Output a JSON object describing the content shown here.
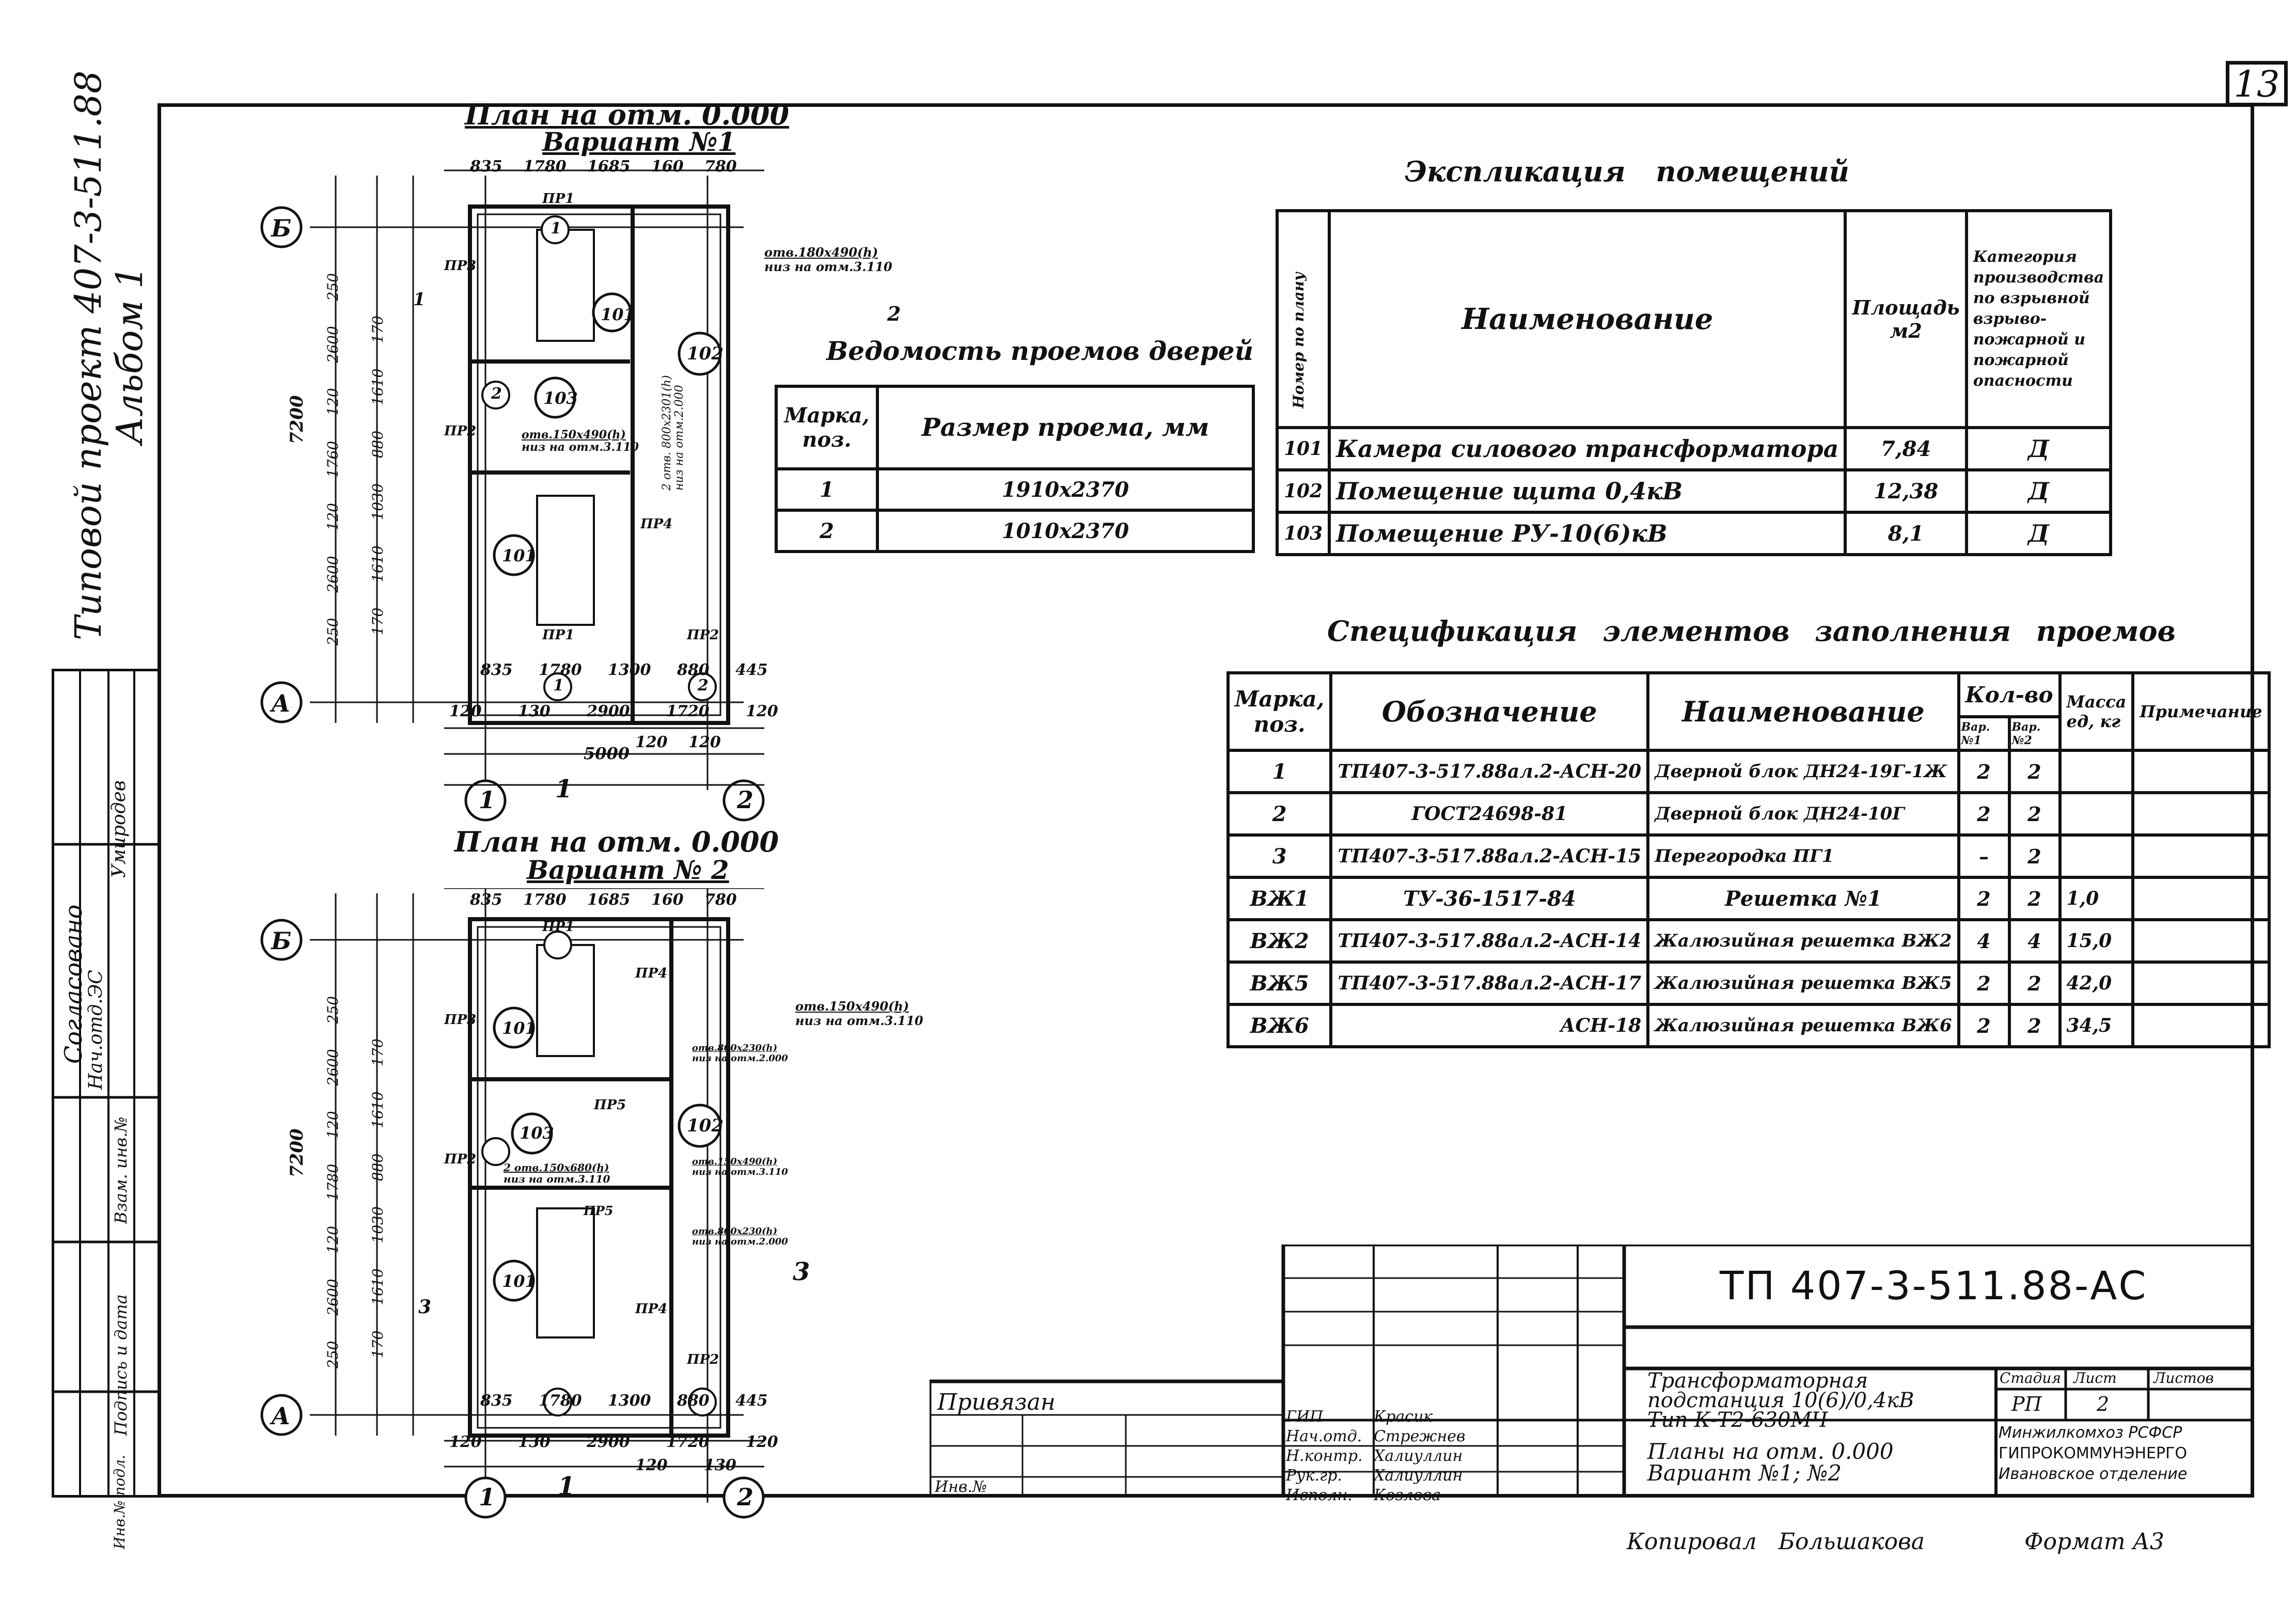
{
  "sheet_number": "13",
  "side_title": {
    "project": "Типовой проект 407-3-511.88",
    "album": "Альбом 1"
  },
  "side_stamp": {
    "agreed": "Согласовано",
    "nach_otd": "Нач.отд.ЭС",
    "name": "Умиродев",
    "labels": [
      "Взам. инв.№",
      "Подпись и дата",
      "Инв.№ подл."
    ]
  },
  "plan1": {
    "title": "План на отм. 0.000",
    "variant": "Вариант №1",
    "top_dims": [
      "835",
      "1780",
      "1685",
      "160",
      "780"
    ],
    "bottom_dims1": [
      "835",
      "1780",
      "1300",
      "880",
      "445"
    ],
    "bottom_dims2": [
      "120",
      "130",
      "2900",
      "1720",
      "120"
    ],
    "bottom_dims3": [
      "120",
      "120"
    ],
    "overall_width": "5000",
    "left_dims": [
      "250",
      "2600",
      "120",
      "1760",
      "120",
      "2600",
      "250"
    ],
    "left_dims_inner": [
      "170",
      "1610",
      "880",
      "1030",
      "1610",
      "170"
    ],
    "overall_height": "7200",
    "axes": [
      "Б",
      "А",
      "1",
      "2"
    ],
    "rooms": [
      "101",
      "102",
      "103",
      "101"
    ],
    "doors": [
      "ПР1",
      "ПР2",
      "ПР3",
      "ПР4",
      "ПР1",
      "ПР2"
    ],
    "markers": [
      "1",
      "2",
      "1",
      "2"
    ],
    "note1": "отв.180х490(h)",
    "note1b": "низ на отм.3.110",
    "note2": "отв.150х490(h)",
    "note2b": "низ на отм.3.110",
    "note3": "2 отв. 800х2301(h)",
    "note3b": "низ на отм.2.000",
    "section_marks": [
      "1",
      "2",
      "1"
    ]
  },
  "plan2": {
    "title": "План на отм. 0.000",
    "variant": "Вариант № 2",
    "top_dims": [
      "835",
      "1780",
      "1685",
      "160",
      "780"
    ],
    "bottom_dims1": [
      "835",
      "1780",
      "1300",
      "880",
      "445"
    ],
    "bottom_dims2": [
      "120",
      "130",
      "2900",
      "1720",
      "120"
    ],
    "bottom_dims3": [
      "120",
      "130"
    ],
    "left_dims": [
      "250",
      "2600",
      "120",
      "1780",
      "120",
      "2600",
      "250"
    ],
    "left_dims_inner": [
      "170",
      "1610",
      "880",
      "1030",
      "1610",
      "170"
    ],
    "overall_height": "7200",
    "axes": [
      "Б",
      "А",
      "1",
      "2"
    ],
    "rooms": [
      "101",
      "102",
      "103",
      "101"
    ],
    "doors": [
      "ПР1",
      "ПР2",
      "ПР3",
      "ПР4",
      "ПР5",
      "ПР5",
      "ПР4",
      "ПР2"
    ],
    "note1": "отв.150х490(h)",
    "note1b": "низ на отм.3.110",
    "note2": "отв.800х230(h)",
    "note2b": "низ на отм.2.000",
    "note3": "2 отв.150х680(h)",
    "note3b": "низ на отм.3.110",
    "note4": "отв.150х490(h)",
    "note4b": "низ на отм.3.110",
    "note5": "отв.800х230(h)",
    "note5b": "низ на отм.2.000",
    "section_marks": [
      "3",
      "1",
      "3"
    ]
  },
  "doors_table": {
    "title": "Ведомость проемов дверей",
    "headers": [
      "Марка, поз.",
      "Размер проема, мм"
    ],
    "rows": [
      [
        "1",
        "1910х2370"
      ],
      [
        "2",
        "1010х2370"
      ]
    ]
  },
  "rooms_table": {
    "title": "Экспликация помещений",
    "headers": [
      "Номер по плану",
      "Наименование",
      "Площадь м2",
      "Категория производства по взрывной взрыво-пожарной и пожарной опасности"
    ],
    "rows": [
      [
        "101",
        "Камера силового трансформатора",
        "7,84",
        "Д"
      ],
      [
        "102",
        "Помещение щита 0,4кВ",
        "12,38",
        "Д"
      ],
      [
        "103",
        "Помещение РУ-10(6)кВ",
        "8,1",
        "Д"
      ]
    ]
  },
  "spec_table": {
    "title": "Спецификация элементов заполнения проемов",
    "headers": [
      "Марка, поз.",
      "Обозначение",
      "Наименование",
      "Кол-во",
      "Масса ед, кг",
      "Примечание"
    ],
    "subheaders": [
      "Вар. №1",
      "Вар. №2"
    ],
    "rows": [
      [
        "1",
        "ТП407-3-517.88ал.2-АСН-20",
        "Дверной блок ДН24-19Г-1Ж",
        "2",
        "2",
        "",
        ""
      ],
      [
        "2",
        "ГОСТ24698-81",
        "Дверной блок ДН24-10Г",
        "2",
        "2",
        "",
        ""
      ],
      [
        "3",
        "ТП407-3-517.88ал.2-АСН-15",
        "Перегородка ПГ1",
        "–",
        "2",
        "",
        ""
      ],
      [
        "ВЖ1",
        "ТУ-36-1517-84",
        "Решетка №1",
        "2",
        "2",
        "1,0",
        ""
      ],
      [
        "ВЖ2",
        "ТП407-3-517.88ал.2-АСН-14",
        "Жалюзийная решетка ВЖ2",
        "4",
        "4",
        "15,0",
        ""
      ],
      [
        "ВЖ5",
        "ТП407-3-517.88ал.2-АСН-17",
        "Жалюзийная решетка ВЖ5",
        "2",
        "2",
        "42,0",
        ""
      ],
      [
        "ВЖ6",
        "АСН-18",
        "Жалюзийная решетка ВЖ6",
        "2",
        "2",
        "34,5",
        ""
      ]
    ]
  },
  "title_block": {
    "code": "ТП 407-3-511.88-АС",
    "privyazan": "Привязан",
    "inv": "Инв.№",
    "object": [
      "Трансформаторная",
      "подстанция 10(6)/0,4кВ",
      "Тип К-Т2-630МЧ"
    ],
    "sheet_title": [
      "Планы на отм. 0.000",
      "Вариант №1; №2"
    ],
    "stage_label": "Стадия",
    "sheet_label": "Лист",
    "sheets_label": "Листов",
    "stage": "РП",
    "sheet": "2",
    "sheets": "",
    "org": [
      "Минжилкомхоз РСФСР",
      "ГИПРОКОММУНЭНЕРГО",
      "Ивановское отделение"
    ],
    "people": [
      [
        "ГИП",
        "Красик"
      ],
      [
        "Нач.отд.",
        "Стрежнев"
      ],
      [
        "Н.контр.",
        "Халиуллин"
      ],
      [
        "Рук.гр.",
        "Халиуллин"
      ],
      [
        "Исполн.",
        "Козлова"
      ]
    ],
    "copied": "Копировал   Большакова",
    "format": "Формат А3"
  }
}
